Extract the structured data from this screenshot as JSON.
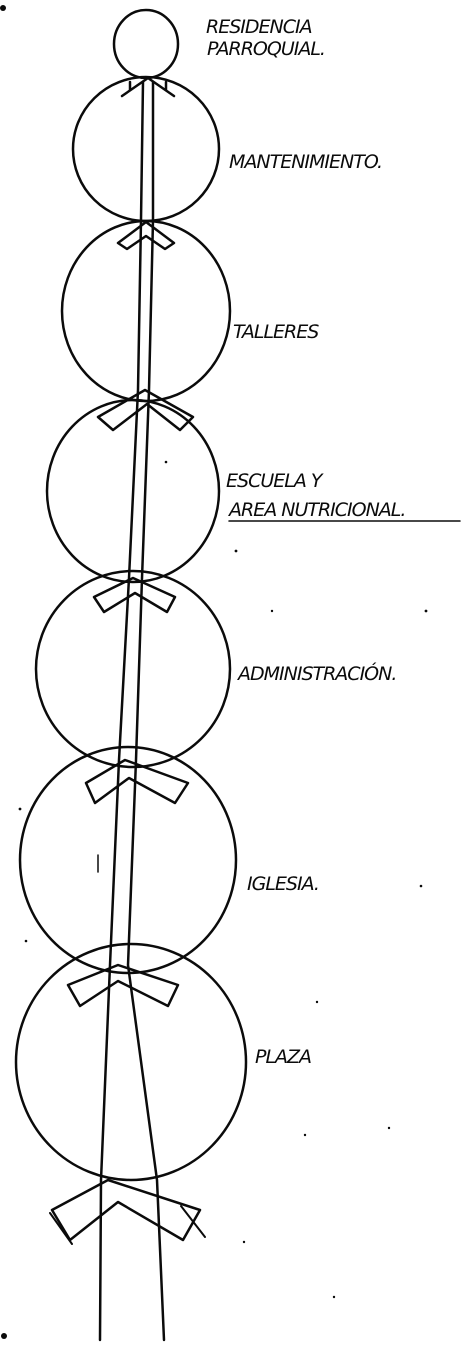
{
  "colors": {
    "ink": "#0b0b0b",
    "paper": "#ffffff"
  },
  "labels": {
    "residencia_line1": "RESIDENCIA",
    "residencia_line2": "PARROQUIAL.",
    "mantenimiento": "MANTENIMIENTO.",
    "talleres": "TALLERES",
    "escuela_line1": "ESCUELA Y",
    "escuela_line2": "AREA NUTRICIONAL.",
    "administracion": "ADMINISTRACIÓN.",
    "iglesia": "IGLESIA.",
    "plaza": "PLAZA"
  }
}
